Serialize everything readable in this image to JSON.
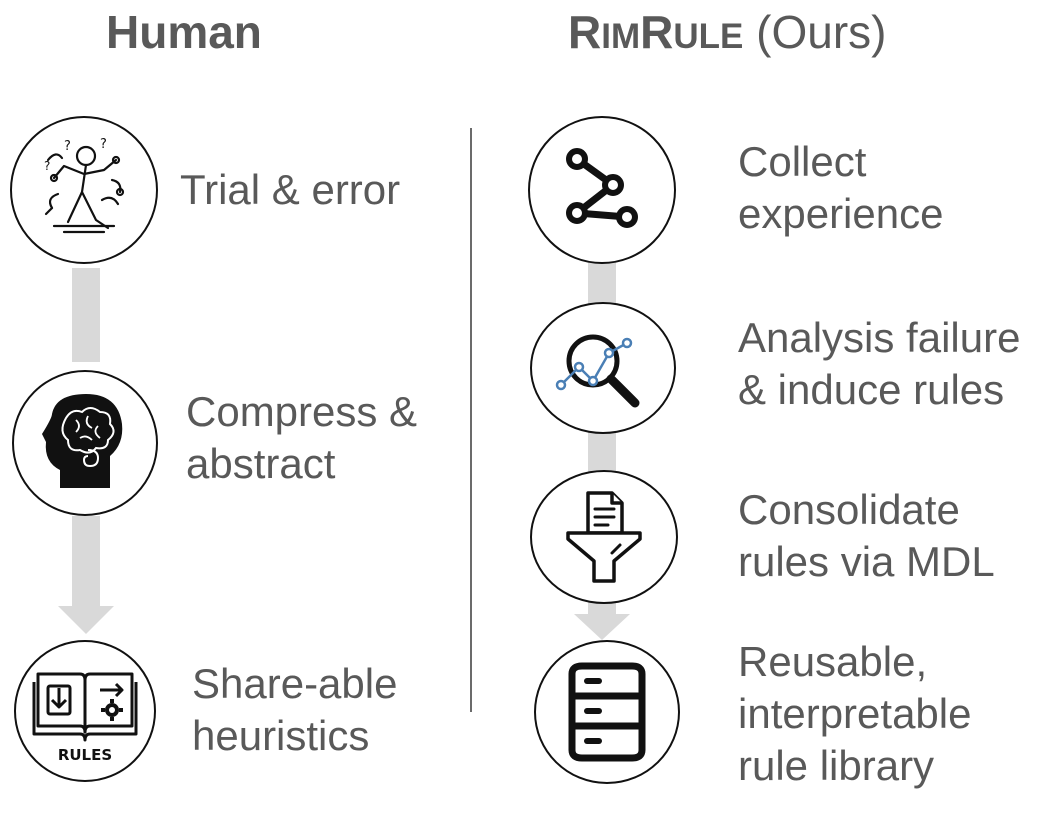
{
  "titles": {
    "human": "Human",
    "rimrule_R1": "R",
    "rimrule_im": "IM",
    "rimrule_R2": "R",
    "rimrule_ule": "ULE",
    "ours": " (Ours)"
  },
  "human_steps": [
    {
      "icon": "trial-error-icon",
      "lines": [
        "Trial & error"
      ]
    },
    {
      "icon": "brain-head-icon",
      "lines": [
        "Compress &",
        "abstract"
      ]
    },
    {
      "icon": "rules-book-icon",
      "lines": [
        "Share-able",
        "heuristics"
      ],
      "icon_text": "RULES"
    }
  ],
  "rimrule_steps": [
    {
      "icon": "path-graph-icon",
      "lines": [
        "Collect",
        "experience"
      ]
    },
    {
      "icon": "magnifier-chart-icon",
      "lines": [
        "Analysis failure",
        "& induce rules"
      ]
    },
    {
      "icon": "funnel-document-icon",
      "lines": [
        "Consolidate",
        "rules via MDL"
      ]
    },
    {
      "icon": "database-icon",
      "lines": [
        "Reusable,",
        "interpretable",
        "rule library"
      ]
    }
  ],
  "colors": {
    "text": "#595959",
    "connector": "#d9d9d9",
    "accent": "#4a7fb5",
    "stroke": "#111111"
  }
}
